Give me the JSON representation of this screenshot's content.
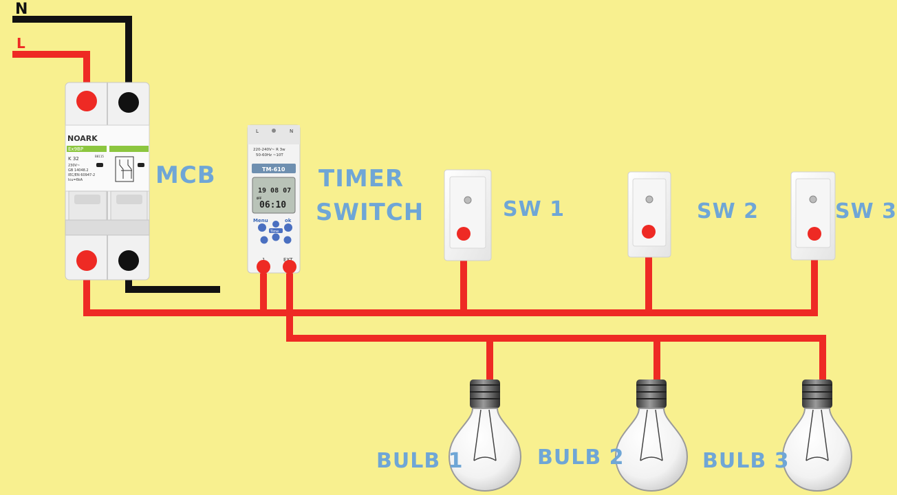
{
  "wires": {
    "neutral": "N",
    "live": "L"
  },
  "colors": {
    "background": "#f8f08f",
    "live_wire": "#ee2a24",
    "neutral_wire": "#111111",
    "label": "#6fa6d6"
  },
  "mcb": {
    "label": "MCB",
    "brand": "NOARK",
    "model": "Ex9BP",
    "rating": "K 32",
    "voltage": "230V~",
    "standard_1": "GB 14048.2",
    "standard_2": "IEC/EN 60947-2",
    "icu": "Icu=6kA",
    "code": "B8115"
  },
  "timer": {
    "label_line1": "TIMER",
    "label_line2": "SWITCH",
    "top_terminal_left": "L",
    "top_terminal_right": "N",
    "spec_line1": "220-240V~ R 3w",
    "spec_line2": "50-60Hz ~10T",
    "model": "TM-610",
    "lcd_date": "19 08 07",
    "lcd_time": "06:10",
    "lcd_status": "OFF",
    "button_menu": "Menu",
    "button_ok": "ok",
    "button_time": "Time",
    "bottom_terminal_left": "1",
    "bottom_terminal_right": "EXT"
  },
  "switches": [
    {
      "label": "SW 1"
    },
    {
      "label": "SW 2"
    },
    {
      "label": "SW 3"
    }
  ],
  "bulbs": [
    {
      "label": "BULB 1"
    },
    {
      "label": "BULB 2"
    },
    {
      "label": "BULB 3"
    }
  ]
}
